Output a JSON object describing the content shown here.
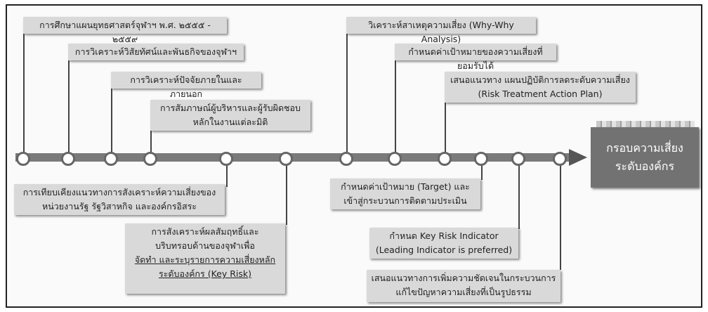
{
  "top_steps": [
    {
      "line1": "การศึกษาแผนยุทธศาสตร์จุฬาฯ  พ.ศ. ๒๕๕๕ - ๒๕๕๙"
    },
    {
      "line1": "การวิเคราะห์วิสัยทัศน์และพันธกิจของจุฬาฯ"
    },
    {
      "line1": "การวิเคราะห์ปัจจัยภายในและภายนอก"
    },
    {
      "line1": "การสัมภาษณ์ผู้บริหารและผู้รับผิดชอบ",
      "line2": "หลักในงานแต่ละมิติ"
    },
    {
      "line1": "วิเคราะห์สาเหตุความเสี่ยง (Why-Why Analysis)"
    },
    {
      "line1": "กำหนดค่าเป้าหมายของความเสี่ยงที่ยอมรับได้"
    },
    {
      "line1": "เสนอแนวทาง แผนปฏิบัติการลดระดับความเสี่ยง",
      "line2": "(Risk Treatment Action Plan)"
    }
  ],
  "bottom_steps": [
    {
      "line1": "การเทียบเคียงแนวทางการสังเคราะห์ความเสี่ยงของ",
      "line2": "หน่วยงานรัฐ รัฐวิสาหกิจ และองค์กรอิสระ"
    },
    {
      "line1": "การสังเคราะห์ผลสัมฤทธิ์และ",
      "line2": "บริบทรอบด้านของจุฬาเพื่อ",
      "line3": "จัดทำ และระบุรายการความเสี่ยงหลัก",
      "line4": "ระดับองค์กร (Key Risk)"
    },
    {
      "line1": "กำหนดค่าเป้าหมาย (Target) และ",
      "line2": "เข้าสู่กระบวนการติดตามประเมิน"
    },
    {
      "line1": "กำหนด Key Risk Indicator",
      "line2": "(Leading Indicator is preferred)"
    },
    {
      "line1": "เสนอแนวทางการเพิ่มความชัดเจนในกระบวนการ",
      "line2": "แก้ไขปัญหาความเสี่ยงที่เป็นรูปธรรม"
    }
  ],
  "result": {
    "line1": "กรอบความเสี่ยง",
    "line2": "ระดับองค์กร"
  },
  "colors": {
    "box": "#d9d9d9",
    "track": "#7a7a7a",
    "result": "#727272"
  }
}
